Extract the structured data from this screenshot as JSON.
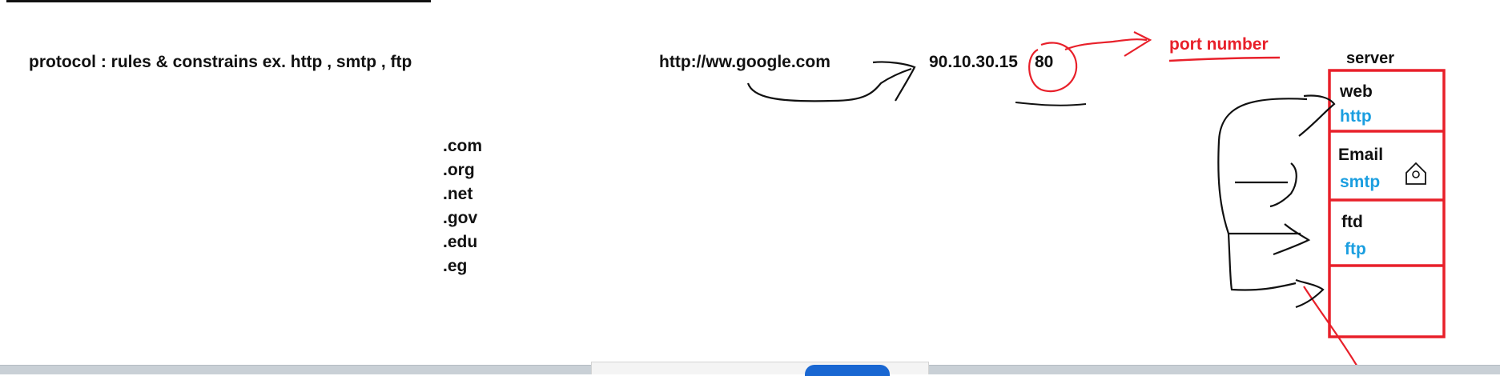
{
  "protocol_note": "protocol : rules & constrains ex. http , smtp , ftp",
  "url_example": "http://ww.google.com",
  "ip_address": "90.10.30.15",
  "port": "80",
  "port_label": "port number",
  "server_label": "server",
  "tlds": [
    ".com",
    ".org",
    ".net",
    ".gov",
    ".edu",
    ".eg"
  ],
  "services": [
    {
      "name": "web",
      "protocol": "http"
    },
    {
      "name": "Email",
      "protocol": "smtp"
    },
    {
      "name": "ftd",
      "protocol": "ftp"
    }
  ],
  "colors": {
    "annotation_red": "#e8202a",
    "protocol_blue": "#1a9ee0",
    "ink_black": "#111111"
  }
}
